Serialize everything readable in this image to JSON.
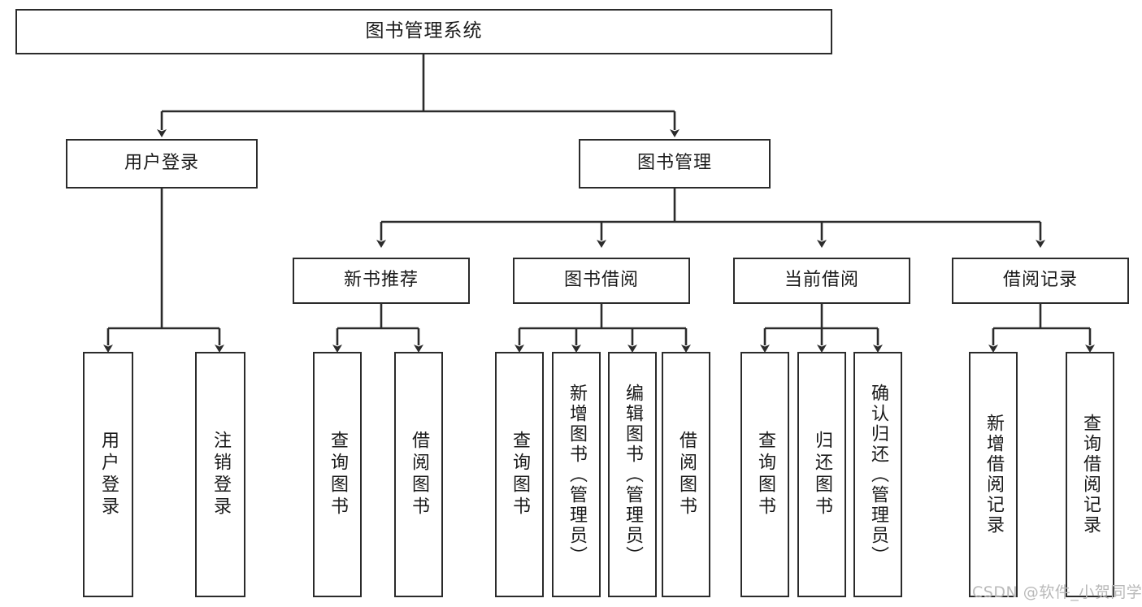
{
  "diagram": {
    "title": "图书管理系统",
    "watermark": "CSDN @软件_小贺同学",
    "levels": {
      "root": {
        "label": "图书管理系统"
      },
      "level2": [
        {
          "label": "用户登录"
        },
        {
          "label": "图书管理"
        }
      ],
      "level3": [
        {
          "label": "新书推荐"
        },
        {
          "label": "图书借阅"
        },
        {
          "label": "当前借阅"
        },
        {
          "label": "借阅记录"
        }
      ],
      "leaves": [
        {
          "label": "用户登录",
          "parent": "用户登录"
        },
        {
          "label": "注销登录",
          "parent": "用户登录"
        },
        {
          "label": "查询图书",
          "parent": "新书推荐"
        },
        {
          "label": "借阅图书",
          "parent": "新书推荐"
        },
        {
          "label": "查询图书",
          "parent": "图书借阅"
        },
        {
          "label": "新增图书（管理员）",
          "parent": "图书借阅"
        },
        {
          "label": "编辑图书（管理员）",
          "parent": "图书借阅"
        },
        {
          "label": "借阅图书",
          "parent": "图书借阅"
        },
        {
          "label": "查询图书",
          "parent": "当前借阅"
        },
        {
          "label": "归还图书",
          "parent": "当前借阅"
        },
        {
          "label": "确认归还（管理员）",
          "parent": "当前借阅"
        },
        {
          "label": "新增借阅记录",
          "parent": "借阅记录"
        },
        {
          "label": "查询借阅记录",
          "parent": "借阅记录"
        }
      ]
    },
    "colors": {
      "stroke": "#2b2b2b",
      "background": "#ffffff",
      "text": "#1a1a1a",
      "watermark": "#b9b9b9"
    }
  }
}
